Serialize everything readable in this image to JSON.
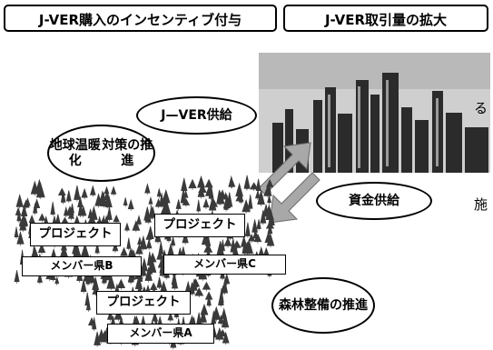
{
  "headers": {
    "left": "J-VER購入のインセンティブ付与",
    "right": "J-VER取引量の拡大"
  },
  "ellipses": {
    "jver_supply": "J—VER供給",
    "global_warming": [
      "地球温暖化",
      "対策の推進"
    ],
    "fund_supply": "資金供給",
    "forest": [
      "森林整備の",
      "推進"
    ]
  },
  "nodes": {
    "project_b": "プロジェクト",
    "member_b": "メンバー県B",
    "project_c": "プロジェクト",
    "member_c": "メンバー県C",
    "project_a": "プロジェクト",
    "member_a": "メンバー県A"
  },
  "fragments": {
    "line1": "る",
    "line2": "施"
  },
  "colors": {
    "arrow": "#a8a8a8",
    "city_sky": "#cfcfcf",
    "building": "#2b2b2b",
    "tree": "#3a3a3a"
  }
}
